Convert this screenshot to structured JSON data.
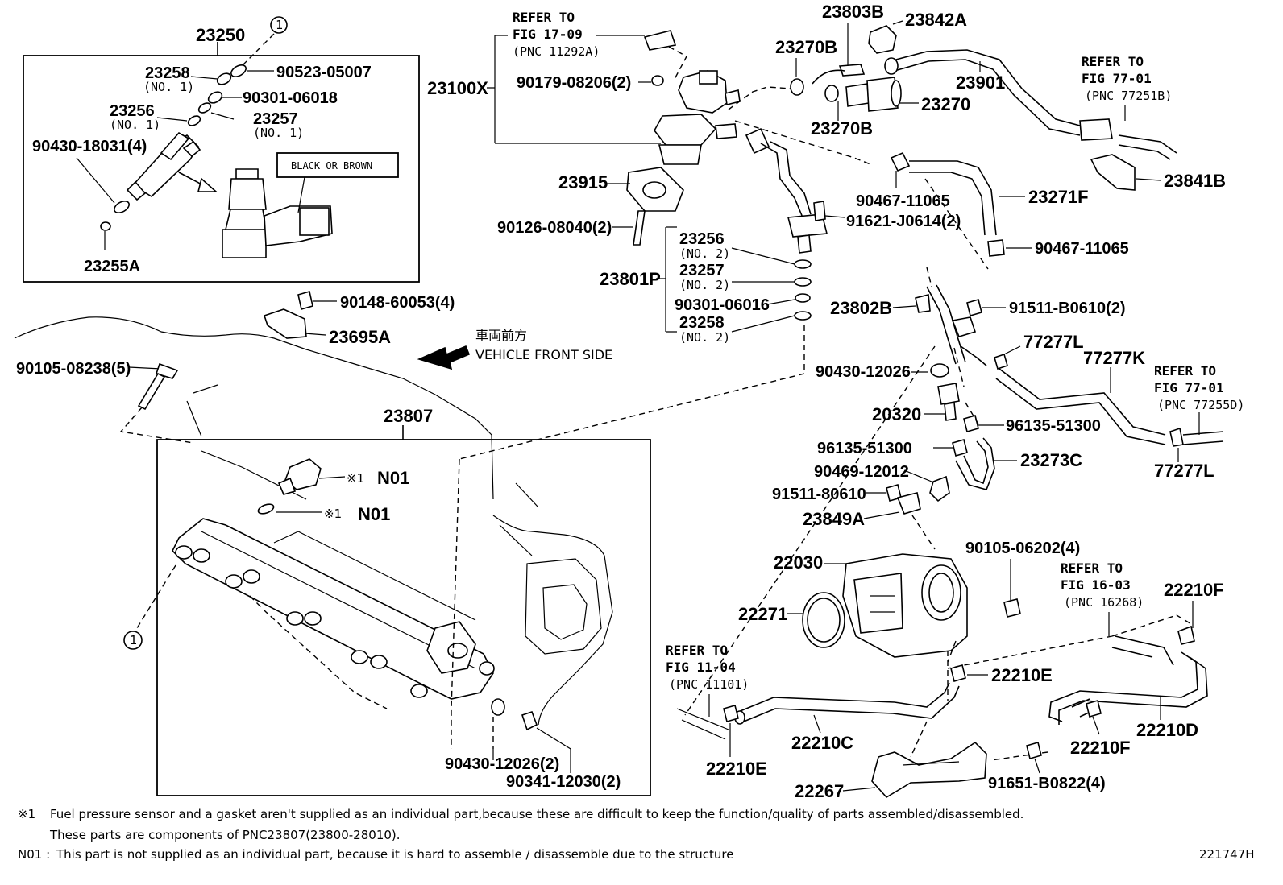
{
  "diagram": {
    "labels": {
      "p23250": "23250",
      "p90523": "90523-05007",
      "p23258a": "23258",
      "no1a": "(NO. 1)",
      "p90301a": "90301-06018",
      "p23256a": "23256",
      "no1b": "(NO. 1)",
      "p23257a": "23257",
      "no1c": "(NO. 1)",
      "p90430a": "90430-18031(4)",
      "blackbrown": "BLACK OR BROWN",
      "p23255a": "23255A",
      "refer1": "REFER TO",
      "fig1709": "FIG 17-09",
      "pnc11292a": "(PNC 11292A)",
      "p23100x": "23100X",
      "p90179": "90179-08206(2)",
      "p23915": "23915",
      "p90126": "90126-08040(2)",
      "p23803b": "23803B",
      "p23842a": "23842A",
      "p23270b1": "23270B",
      "p23901": "23901",
      "p23270": "23270",
      "p23270b2": "23270B",
      "refer2": "REFER TO",
      "fig7701a": "FIG 77-01",
      "pnc77251b": "(PNC 77251B)",
      "p23841b": "23841B",
      "p90467a": "90467-11065",
      "p23271f": "23271F",
      "p91621": "91621-J0614(2)",
      "p90467b": "90467-11065",
      "p23256b": "23256",
      "no2a": "(NO. 2)",
      "p23257b": "23257",
      "no2b": "(NO. 2)",
      "p23801p": "23801P",
      "p90301b": "90301-06016",
      "p23258b": "23258",
      "no2c": "(NO. 2)",
      "p23802b": "23802B",
      "p91511a": "91511-B0610(2)",
      "p90148": "90148-60053(4)",
      "p23695a": "23695A",
      "front_jp": "車両前方",
      "front_en": "VEHICLE FRONT SIDE",
      "p77277l1": "77277L",
      "p77277k": "77277K",
      "refer3": "REFER TO",
      "fig7701b": "FIG 77-01",
      "pnc77255d": "(PNC 77255D)",
      "p90105a": "90105-08238(5)",
      "p90430b": "90430-12026",
      "p20320": "20320",
      "p96135a": "96135-51300",
      "p96135b": "96135-51300",
      "p23273c": "23273C",
      "p77277l2": "77277L",
      "p90469": "90469-12012",
      "p91511b": "91511-80610",
      "p23849a": "23849A",
      "p23807": "23807",
      "mark1": "※1",
      "n01a": "N01",
      "mark2": "※1",
      "n01b": "N01",
      "circle1a": "1",
      "circle1b": "1",
      "p22030": "22030",
      "p90105b": "90105-06202(4)",
      "refer4": "REFER TO",
      "fig1603": "FIG 16-03",
      "pnc16268": "(PNC 16268)",
      "p22210f1": "22210F",
      "p22271": "22271",
      "refer5": "REFER TO",
      "fig1104": "FIG 11-04",
      "pnc11101": "(PNC 11101)",
      "p22210e1": "22210E",
      "p22210c": "22210C",
      "p22210d": "22210D",
      "p22210f2": "22210F",
      "p22210e2": "22210E",
      "p90430c": "90430-12026(2)",
      "p90341": "90341-12030(2)",
      "p22267": "22267",
      "p91651": "91651-B0822(4)"
    },
    "notes": {
      "note1_mark": "※1",
      "note1_line1": "Fuel pressure sensor and a gasket aren't supplied as an individual part,because these are difficult to keep the function/quality of parts assembled/disassembled.",
      "note1_line2": "These parts are components of PNC23807(23800-28010).",
      "note2_mark": "N01 :",
      "note2_line": "This part is not supplied as an individual part, because it is hard to assemble / disassemble due to the structure",
      "figure_id": "221747H"
    }
  }
}
